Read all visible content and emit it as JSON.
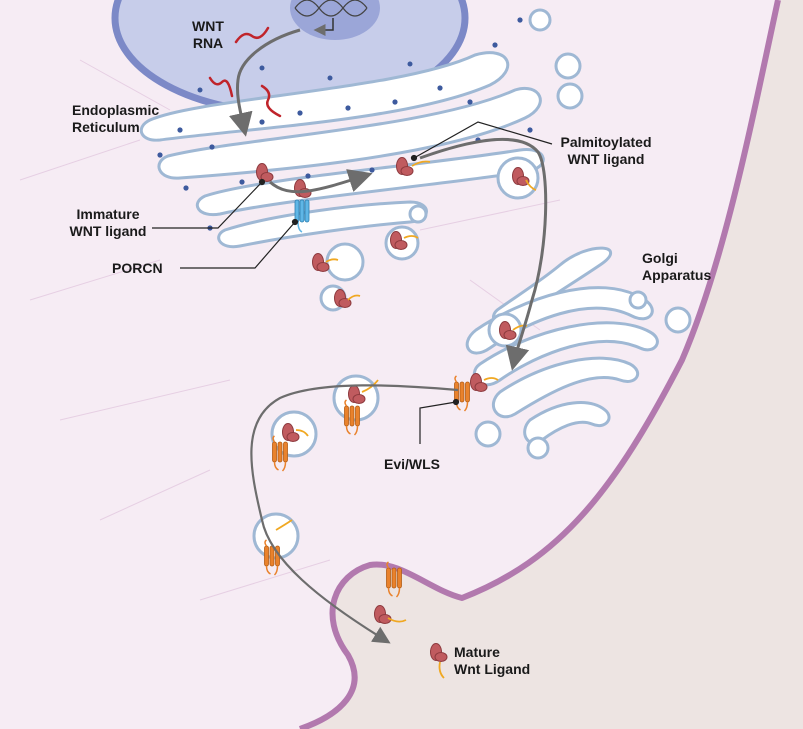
{
  "labels": {
    "wnt_rna": [
      "WNT",
      "RNA"
    ],
    "endoplasmic_reticulum": [
      "Endoplasmic",
      "Reticulum"
    ],
    "palmitoylated_wnt": [
      "Palmitoylated",
      "WNT ligand"
    ],
    "immature_wnt": [
      "Immature",
      "WNT ligand"
    ],
    "porcn": "PORCN",
    "golgi": [
      "Golgi",
      "Apparatus"
    ],
    "evi_wls": "Evi/WLS",
    "mature_wnt": [
      "Mature",
      "Wnt Ligand"
    ]
  },
  "colors": {
    "cytoplasm": "#f6ecf4",
    "extracellular": "#ede4e2",
    "membrane": "#b279ae",
    "nucleus": "#c7cdea",
    "nucleus_edge": "#7c89c7",
    "er_fill": "#ffffff",
    "er_edge": "#9fb8d4",
    "ribosome": "#3d5a9e",
    "rna": "#c0242b",
    "protein": "#c05b5f",
    "lipid_tail": "#f0a822",
    "receptor_orange": "#e9822c",
    "porcn_blue": "#5fb6e6",
    "arrow": "#6d6d6d"
  }
}
